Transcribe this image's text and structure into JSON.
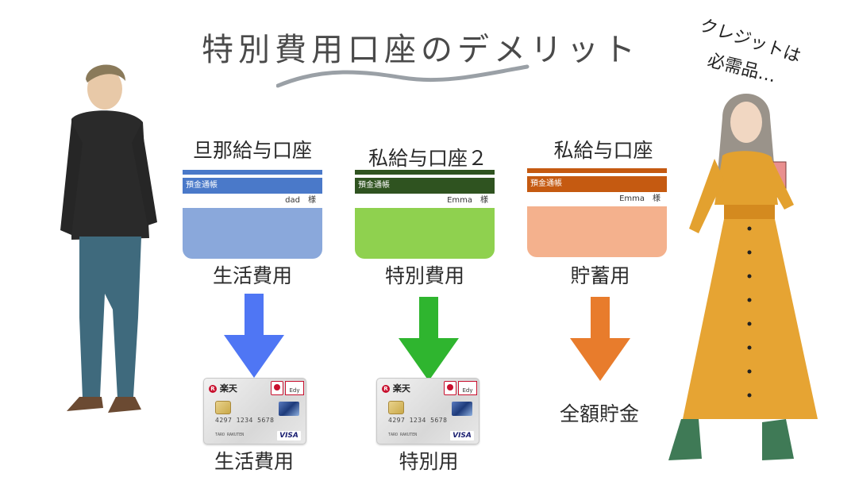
{
  "title": "特別費用口座のデメリット",
  "speech_lines": [
    "クレジットは",
    "必需品…"
  ],
  "colors": {
    "blue": "#4a79c9",
    "blue_light": "#8aa8db",
    "green": "#2f5320",
    "green_light": "#8fd14f",
    "orange": "#c55a11",
    "orange_light": "#f4b18d",
    "arrow_blue": "#4f76f4",
    "arrow_green": "#2fb52f",
    "arrow_orange": "#e87c2c"
  },
  "columns": [
    {
      "account_label": "旦那給与口座",
      "passbook_band": "預金通帳",
      "passbook_name": "dad　様",
      "purpose": "生活費用",
      "result_label": "生活費用"
    },
    {
      "account_label": "私給与口座２",
      "passbook_band": "預金通帳",
      "passbook_name": "Emma　様",
      "purpose": "特別費用",
      "result_label": "特別用"
    },
    {
      "account_label": "私給与口座",
      "passbook_band": "預金通帳",
      "passbook_name": "Emma　様",
      "purpose": "貯蓄用",
      "result_label": "全額貯金"
    }
  ],
  "card": {
    "brand": "楽天",
    "number": "4297 1234 5678",
    "holder": "TARO RAKUTEN",
    "network": "VISA",
    "edy": "Edy"
  }
}
